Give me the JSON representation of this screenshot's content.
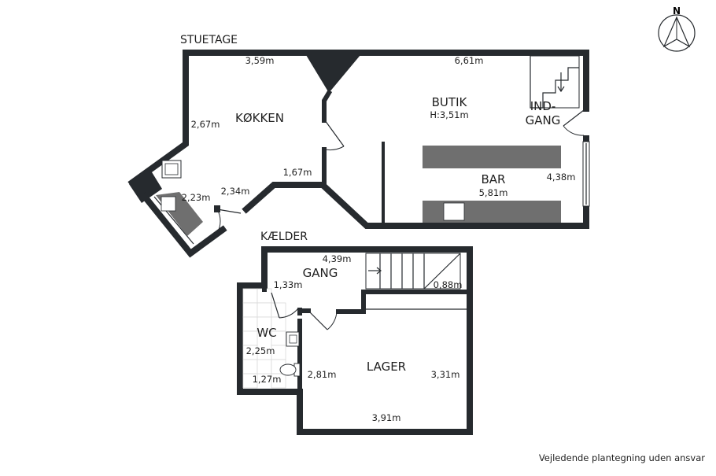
{
  "floors": {
    "ground": "STUETAGE",
    "basement": "KÆLDER"
  },
  "compass": {
    "label": "N",
    "icon": "compass-icon"
  },
  "rooms": {
    "kitchen": "KØKKEN",
    "shop": "BUTIK",
    "shop_height": "H:3,51m",
    "entrance_line1": "IND-",
    "entrance_line2": "GANG",
    "bar": "BAR",
    "hall": "GANG",
    "wc": "WC",
    "storage": "LAGER"
  },
  "dimensions": {
    "kitchen_top": "3,59m",
    "kitchen_left": "2,67m",
    "kitchen_mid": "1,67m",
    "kitchen_lower": "2,34m",
    "kitchen_side": "2,23m",
    "shop_top": "6,61m",
    "bar_right": "4,38m",
    "bar_width": "5,81m",
    "hall_width": "4,39m",
    "hall_left": "1,33m",
    "stair_right": "0,88m",
    "wc_height": "2,25m",
    "wc_width": "1,27m",
    "storage_left": "2,81m",
    "storage_right": "3,31m",
    "storage_bottom": "3,91m"
  },
  "colors": {
    "wall": "#262a2e",
    "counter": "#6f6f6f"
  },
  "disclaimer": "Vejledende plantegning uden ansvar"
}
